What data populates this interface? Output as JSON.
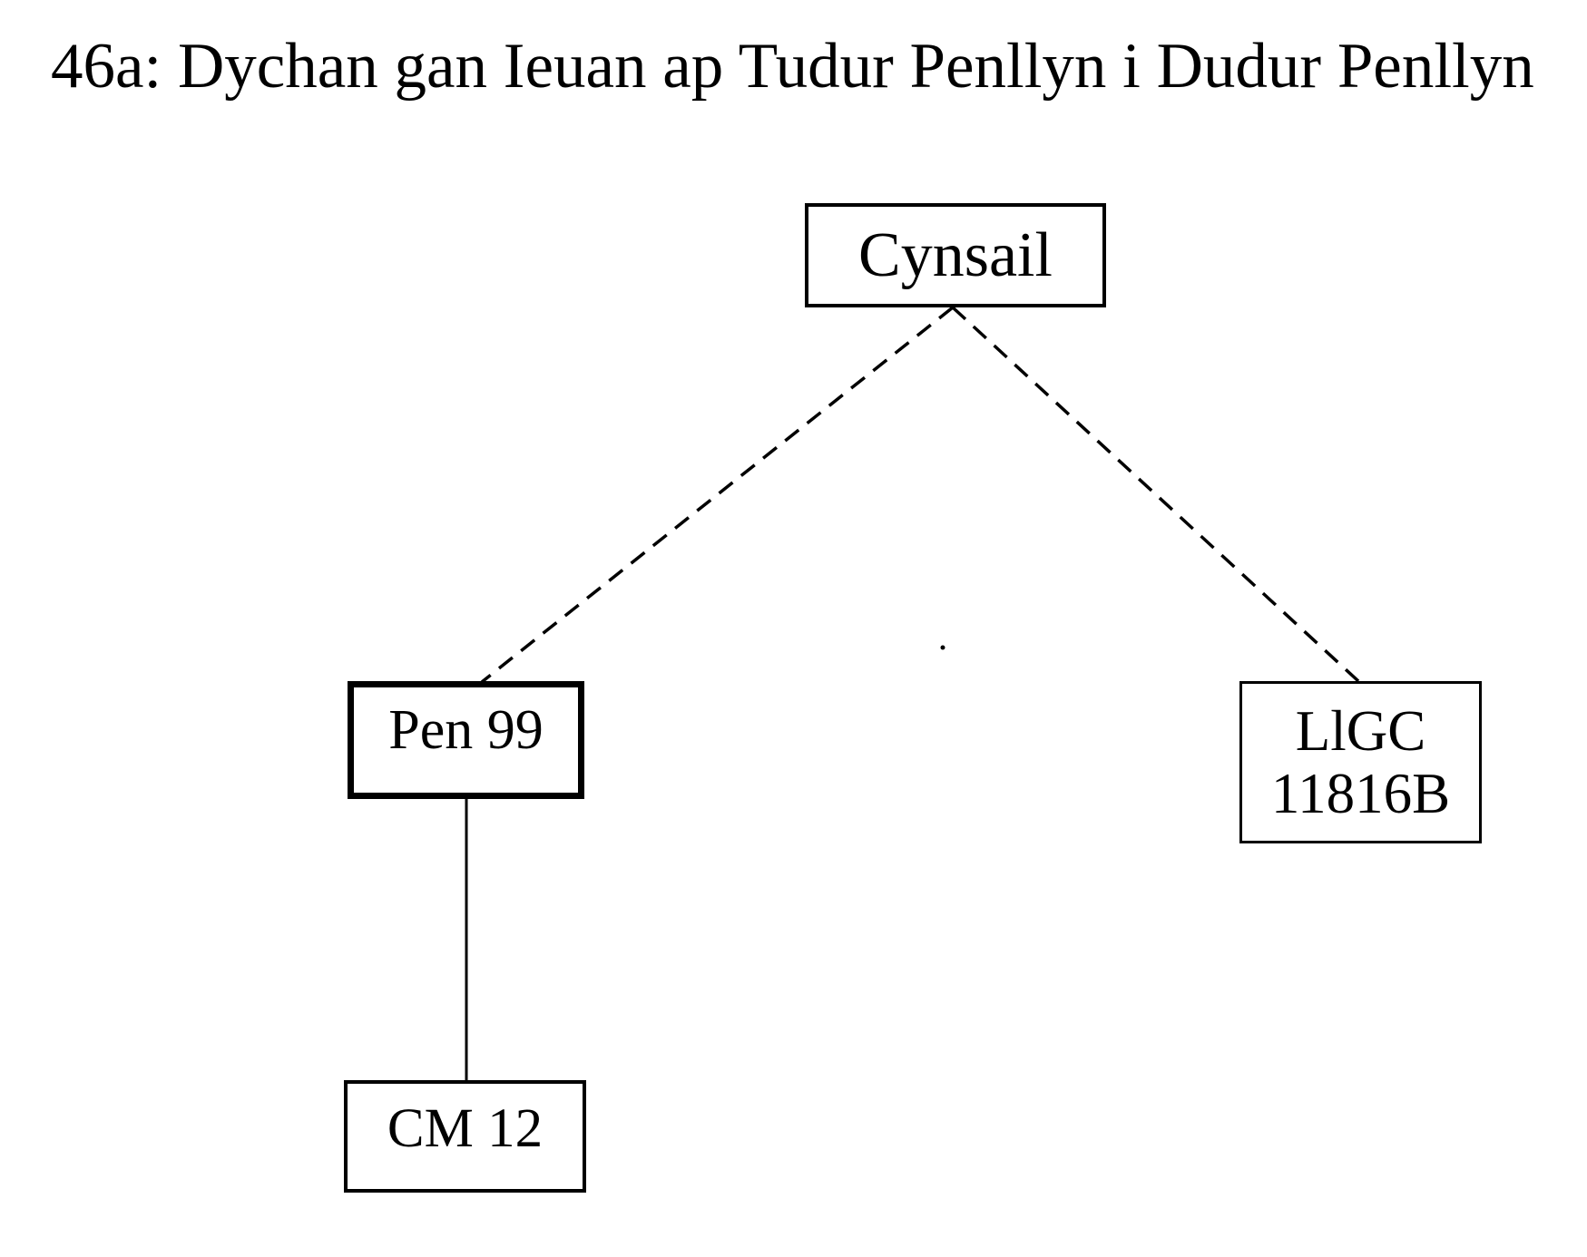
{
  "title": "46a: Dychan gan Ieuan ap Tudur Penllyn i Dudur Penllyn",
  "diagram": {
    "type": "stemma-tree",
    "nodes": [
      {
        "id": "cynsail",
        "label": "Cynsail",
        "border": "thin"
      },
      {
        "id": "pen-99",
        "label": "Pen 99",
        "border": "thick"
      },
      {
        "id": "llgc-11816b",
        "label": "LlGC 11816B",
        "lines": [
          "LlGC",
          "11816B"
        ],
        "border": "thin"
      },
      {
        "id": "cm-12",
        "label": "CM 12",
        "border": "thin"
      }
    ],
    "edges": [
      {
        "from": "Cynsail",
        "to": "Pen 99",
        "style": "dashed"
      },
      {
        "from": "Cynsail",
        "to": "LlGC 11816B",
        "style": "dashed"
      },
      {
        "from": "Pen 99",
        "to": "CM 12",
        "style": "solid"
      }
    ],
    "colors": {
      "ink": "#000000",
      "background": "#ffffff"
    }
  }
}
